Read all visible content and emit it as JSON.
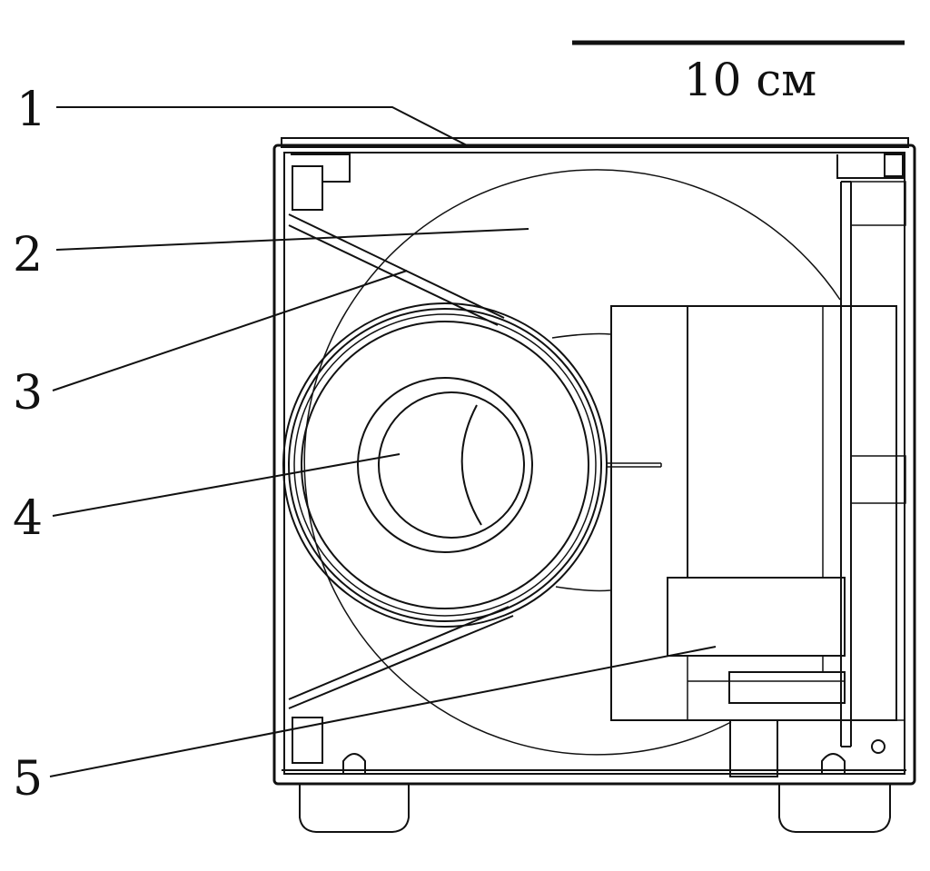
{
  "scale_bar": {
    "label": "10 см"
  },
  "callouts": [
    {
      "id": "1",
      "label": "1"
    },
    {
      "id": "2",
      "label": "2"
    },
    {
      "id": "3",
      "label": "3"
    },
    {
      "id": "4",
      "label": "4"
    },
    {
      "id": "5",
      "label": "5"
    }
  ],
  "colors": {
    "line": "#111111",
    "background": "#ffffff"
  }
}
